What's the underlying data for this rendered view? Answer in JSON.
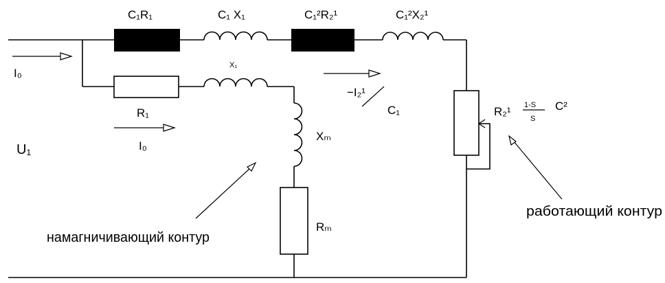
{
  "labels": {
    "c1r1": "C₁R₁",
    "c1x1": "C₁ X₁",
    "c12r21": "C₁²R₂¹",
    "c12x21": "C₁²X₂¹",
    "x1": "X₁",
    "r1": "R₁",
    "xm": "Xₘ",
    "rm": "Rₘ",
    "i0_top": "I₀",
    "i0_mid": "I₀",
    "u1": "U₁",
    "i2": "−I₂¹",
    "c1": "C₁",
    "r2": "R₂¹",
    "frac_num": "1-S",
    "frac_den": "S",
    "c2": "C²"
  },
  "annotations": {
    "magnetizing": "намагничивающий контур",
    "working": "работающий контур"
  }
}
